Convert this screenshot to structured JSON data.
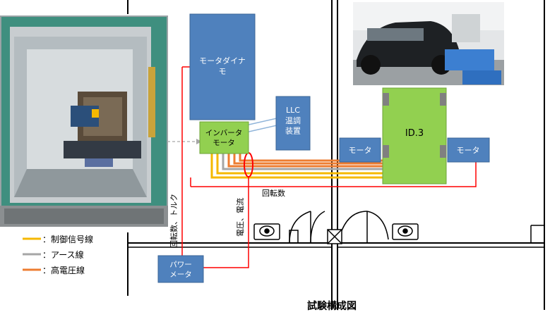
{
  "blocks": {
    "motor_dyno": "モータダイナ\nモ",
    "inverter_motor": "インバータ\nモータ",
    "llc": "LLC\n温調\n装置",
    "motor_left": "モータ",
    "vehicle": "ID.3",
    "motor_right": "モータ",
    "power_meter": "パワー\nメータ"
  },
  "signals": {
    "speed": "回転数",
    "speed_torque": "回転数、トルク",
    "voltage_current": "電圧、電流"
  },
  "legend": [
    {
      "label": "：制御信号線",
      "color": "#f5b800"
    },
    {
      "label": "：アース線",
      "color": "#a6a6a6"
    },
    {
      "label": "：高電圧線",
      "color": "#ed7d31"
    }
  ],
  "caption": "試験構成図",
  "colors": {
    "block_blue": "#4f81bd",
    "block_green": "#92d050",
    "signal_red": "#ff0000",
    "photo_frame": "#3f8f7f"
  }
}
